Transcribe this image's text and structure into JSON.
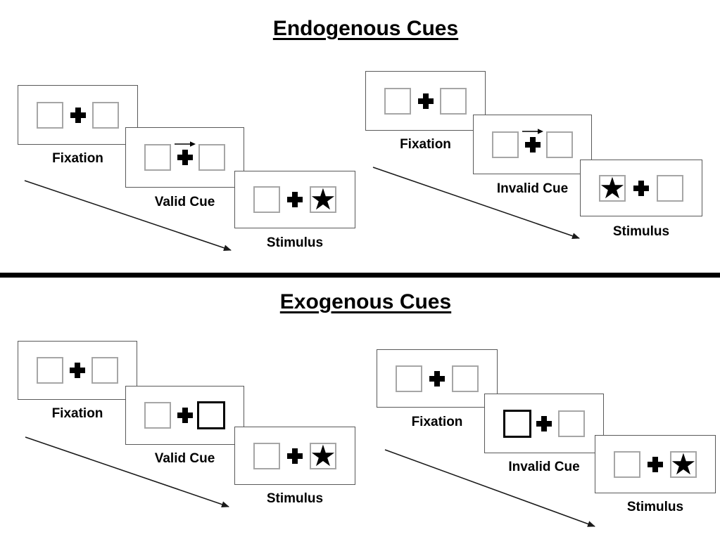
{
  "sections": [
    {
      "title": "Endogenous Cues",
      "panels": [
        {
          "name": "valid-cue-sequence",
          "cards": [
            {
              "label": "Fixation",
              "type": "fixation"
            },
            {
              "label": "Valid Cue",
              "type": "arrow-cue",
              "cue_direction": "right"
            },
            {
              "label": "Stimulus",
              "type": "stimulus",
              "star_side": "right"
            }
          ]
        },
        {
          "name": "invalid-cue-sequence",
          "cards": [
            {
              "label": "Fixation",
              "type": "fixation"
            },
            {
              "label": "Invalid Cue",
              "type": "arrow-cue",
              "cue_direction": "right"
            },
            {
              "label": "Stimulus",
              "type": "stimulus",
              "star_side": "left"
            }
          ]
        }
      ]
    },
    {
      "title": "Exogenous Cues",
      "panels": [
        {
          "name": "valid-cue-sequence",
          "cards": [
            {
              "label": "Fixation",
              "type": "fixation"
            },
            {
              "label": "Valid Cue",
              "type": "box-cue",
              "highlight_side": "right"
            },
            {
              "label": "Stimulus",
              "type": "stimulus",
              "star_side": "right"
            }
          ]
        },
        {
          "name": "invalid-cue-sequence",
          "cards": [
            {
              "label": "Fixation",
              "type": "fixation"
            },
            {
              "label": "Invalid Cue",
              "type": "box-cue",
              "highlight_side": "left"
            },
            {
              "label": "Stimulus",
              "type": "stimulus",
              "star_side": "right"
            }
          ]
        }
      ]
    }
  ],
  "glyphs": {
    "star": "★"
  },
  "colors": {
    "background": "#ffffff",
    "ink": "#000000",
    "card_border": "#595959",
    "box_border": "#a6a6a6",
    "divider": "#000000"
  }
}
